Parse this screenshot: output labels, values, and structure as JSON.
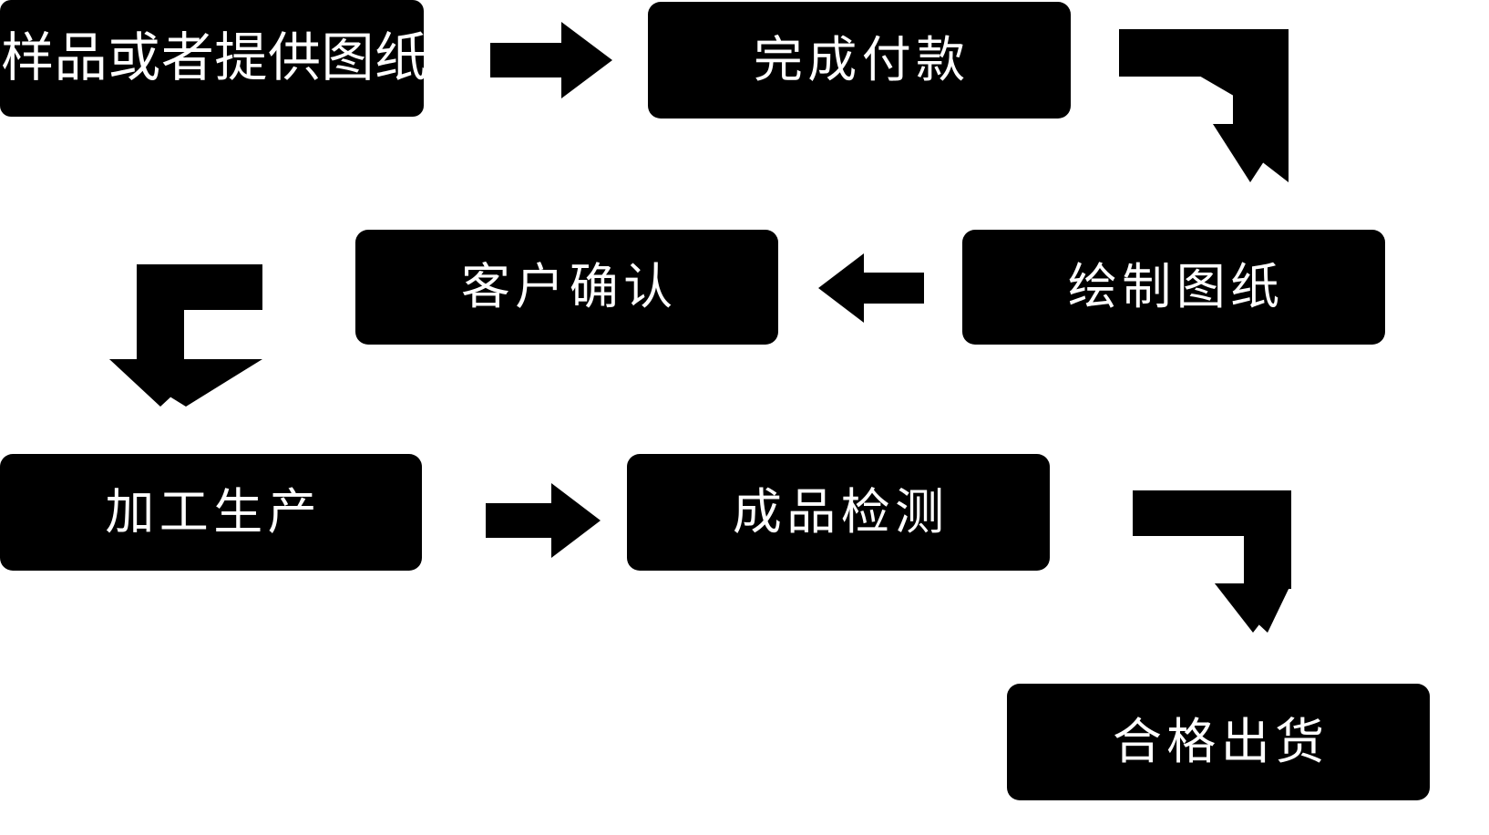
{
  "diagram": {
    "title": "",
    "background_color": "#ffffff",
    "node_fill_color": "#000000",
    "node_text_color": "#ffffff",
    "arrow_color": "#000000",
    "nodes": [
      {
        "id": "sample",
        "label": "样品或者提供图纸",
        "step": 1
      },
      {
        "id": "payment",
        "label": "完成付款",
        "step": 2
      },
      {
        "id": "drawing",
        "label": "绘制图纸",
        "step": 3
      },
      {
        "id": "confirm",
        "label": "客户确认",
        "step": 4
      },
      {
        "id": "production",
        "label": "加工生产",
        "step": 5
      },
      {
        "id": "inspection",
        "label": "成品检测",
        "step": 6
      },
      {
        "id": "shipment",
        "label": "合格出货",
        "step": 7
      }
    ],
    "connectors": [
      {
        "id": "sample-to-payment",
        "from": "sample",
        "to": "payment",
        "shape": "straight",
        "direction": "right"
      },
      {
        "id": "payment-to-drawing",
        "from": "payment",
        "to": "drawing",
        "shape": "elbow",
        "direction": "right-then-down"
      },
      {
        "id": "drawing-to-confirm",
        "from": "drawing",
        "to": "confirm",
        "shape": "straight",
        "direction": "left"
      },
      {
        "id": "confirm-to-production",
        "from": "confirm",
        "to": "production",
        "shape": "elbow",
        "direction": "left-then-down"
      },
      {
        "id": "production-to-inspection",
        "from": "production",
        "to": "inspection",
        "shape": "straight",
        "direction": "right"
      },
      {
        "id": "inspection-to-shipment",
        "from": "inspection",
        "to": "shipment",
        "shape": "elbow",
        "direction": "right-then-down"
      }
    ]
  }
}
